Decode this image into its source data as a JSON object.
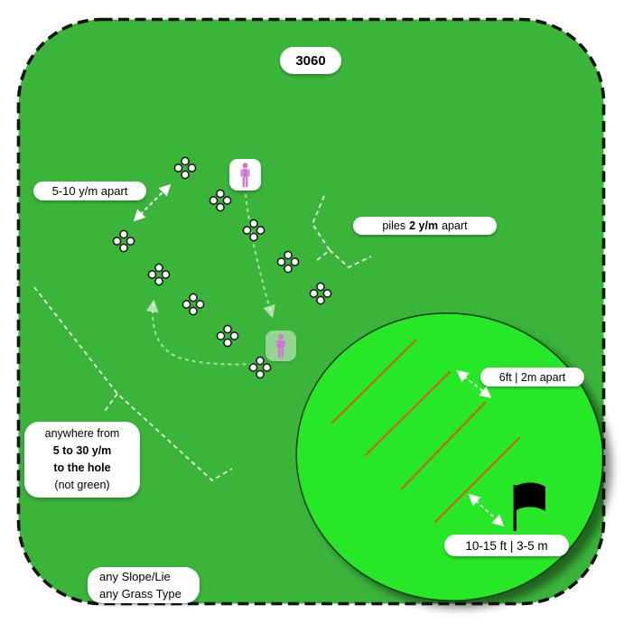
{
  "diagram": {
    "badge": "3060",
    "labels": {
      "pile_spacing": "5-10 y/m apart",
      "piles_prefix": "piles",
      "piles_value": "2 y/m",
      "piles_suffix": "apart",
      "green_line_spacing": "6ft | 2m apart",
      "hole_distance": "10-15 ft | 3-5 m",
      "range_line1": "anywhere from",
      "range_line2": "5 to 30 y/m",
      "range_line3": "to the hole",
      "range_line4": "(not green)",
      "cond_line1": "any Slope/Lie",
      "cond_line2": "any Grass Type"
    },
    "counts": {
      "ball_piles": 10,
      "players": 2,
      "green_lines": 4
    },
    "icons": {
      "player": "person-icon",
      "flag": "flag-icon",
      "ball_pile": "golf-ball-pile-icon"
    },
    "colors": {
      "field_green": "#3AB53A",
      "putting_green": "#28E828",
      "green_line_orange": "#CC5E22",
      "player_pink": "#D870D8",
      "flag_black": "#000000",
      "label_background": "#FFFFFF",
      "label_text": "#000000",
      "annotation_white": "#FFFFFF"
    }
  }
}
